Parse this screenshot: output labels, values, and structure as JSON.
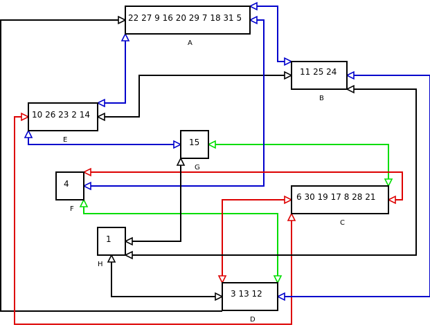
{
  "colors": {
    "black": "#000000",
    "blue": "#0000cc",
    "red": "#dd0000",
    "green": "#00dd00"
  },
  "nodes": {
    "A": {
      "label": "A",
      "values": "22 27 9 16 20 29 7 18 31 5"
    },
    "B": {
      "label": "B",
      "values": "11 25 24"
    },
    "C": {
      "label": "C",
      "values": "6 30 19 17 8 28 21"
    },
    "D": {
      "label": "D",
      "values": "3 13 12"
    },
    "E": {
      "label": "E",
      "values": "10 26 23 2 14"
    },
    "F": {
      "label": "F",
      "values": "4"
    },
    "G": {
      "label": "G",
      "values": "15"
    },
    "H": {
      "label": "H",
      "values": "1"
    }
  },
  "edges": [
    {
      "from": "D",
      "to": "A",
      "color": "black",
      "bidirectional": false
    },
    {
      "from": "A",
      "to": "B",
      "color": "blue",
      "bidirectional": true
    },
    {
      "from": "A",
      "to": "E",
      "color": "blue",
      "bidirectional": true
    },
    {
      "from": "E",
      "to": "B",
      "color": "black",
      "bidirectional": true
    },
    {
      "from": "E",
      "to": "G",
      "color": "blue",
      "bidirectional": true
    },
    {
      "from": "E",
      "to": "C",
      "color": "red",
      "bidirectional": true
    },
    {
      "from": "G",
      "to": "C",
      "color": "green",
      "bidirectional": true
    },
    {
      "from": "F",
      "to": "A",
      "color": "blue",
      "bidirectional": true
    },
    {
      "from": "F",
      "to": "C",
      "color": "red",
      "bidirectional": true
    },
    {
      "from": "F",
      "to": "D",
      "color": "green",
      "bidirectional": true
    },
    {
      "from": "C",
      "to": "D",
      "color": "red",
      "bidirectional": true
    },
    {
      "from": "H",
      "to": "G",
      "color": "black",
      "bidirectional": true
    },
    {
      "from": "H",
      "to": "B",
      "color": "black",
      "bidirectional": true
    },
    {
      "from": "H",
      "to": "D",
      "color": "black",
      "bidirectional": true
    },
    {
      "from": "D",
      "to": "B",
      "color": "blue",
      "bidirectional": true
    }
  ]
}
